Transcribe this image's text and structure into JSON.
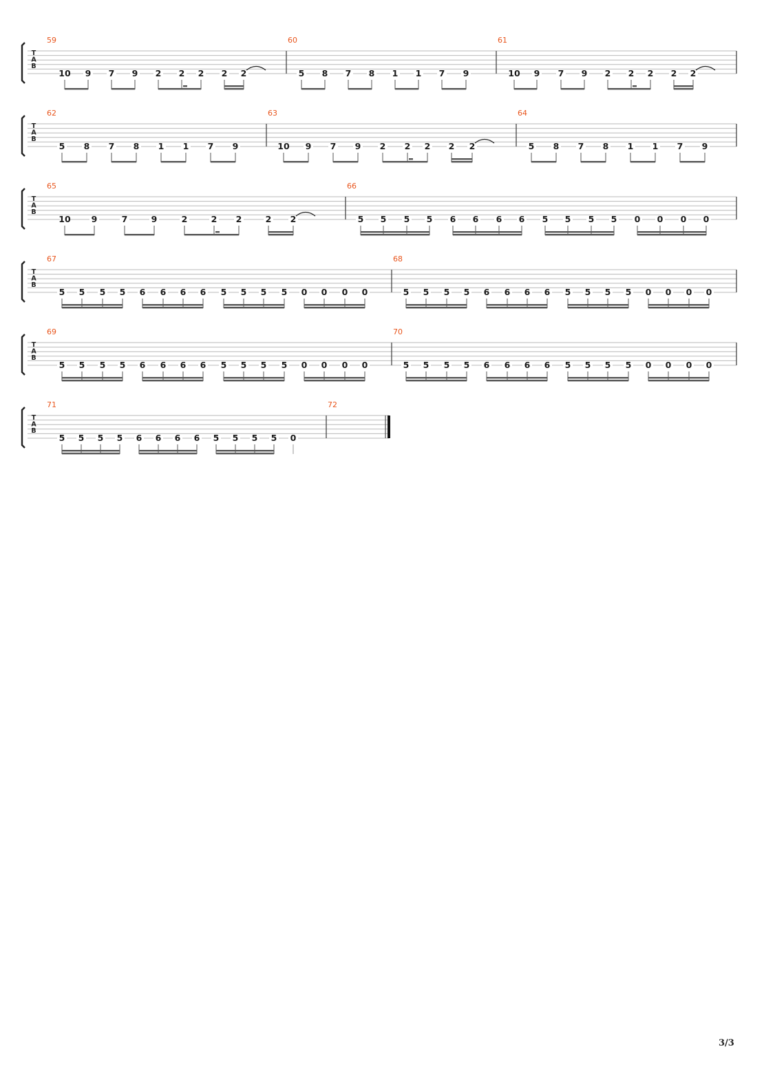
{
  "page": {
    "page_number": "3/3"
  },
  "clef": {
    "letters": [
      "T",
      "A",
      "B"
    ]
  },
  "colors": {
    "measure_number": "#e8541b",
    "staff_line": "#b9b9b9",
    "barline": "#444444",
    "note": "#1a1a1a",
    "beam": "#555555"
  },
  "systems": [
    {
      "measures": [
        {
          "number": "59",
          "notes": [
            "10",
            "9",
            "7",
            "9",
            "2",
            "2",
            "2",
            "2",
            "2"
          ],
          "tie_last": true
        },
        {
          "number": "60",
          "notes": [
            "5",
            "8",
            "7",
            "8",
            "1",
            "1",
            "7",
            "9"
          ]
        },
        {
          "number": "61",
          "notes": [
            "10",
            "9",
            "7",
            "9",
            "2",
            "2",
            "2",
            "2",
            "2"
          ],
          "tie_last": true
        }
      ]
    },
    {
      "measures": [
        {
          "number": "62",
          "notes": [
            "5",
            "8",
            "7",
            "8",
            "1",
            "1",
            "7",
            "9"
          ]
        },
        {
          "number": "63",
          "notes": [
            "10",
            "9",
            "7",
            "9",
            "2",
            "2",
            "2",
            "2",
            "2"
          ],
          "tie_last": true
        },
        {
          "number": "64",
          "notes": [
            "5",
            "8",
            "7",
            "8",
            "1",
            "1",
            "7",
            "9"
          ]
        }
      ]
    },
    {
      "measures": [
        {
          "number": "65",
          "notes": [
            "10",
            "9",
            "7",
            "9",
            "2",
            "2",
            "2",
            "2",
            "2"
          ],
          "tie_last": true
        },
        {
          "number": "66",
          "notes": [
            "5",
            "5",
            "5",
            "5",
            "6",
            "6",
            "6",
            "6",
            "5",
            "5",
            "5",
            "5",
            "0",
            "0",
            "0",
            "0"
          ]
        }
      ]
    },
    {
      "measures": [
        {
          "number": "67",
          "notes": [
            "5",
            "5",
            "5",
            "5",
            "6",
            "6",
            "6",
            "6",
            "5",
            "5",
            "5",
            "5",
            "0",
            "0",
            "0",
            "0"
          ]
        },
        {
          "number": "68",
          "notes": [
            "5",
            "5",
            "5",
            "5",
            "6",
            "6",
            "6",
            "6",
            "5",
            "5",
            "5",
            "5",
            "0",
            "0",
            "0",
            "0"
          ]
        }
      ]
    },
    {
      "measures": [
        {
          "number": "69",
          "notes": [
            "5",
            "5",
            "5",
            "5",
            "6",
            "6",
            "6",
            "6",
            "5",
            "5",
            "5",
            "5",
            "0",
            "0",
            "0",
            "0"
          ]
        },
        {
          "number": "70",
          "notes": [
            "5",
            "5",
            "5",
            "5",
            "6",
            "6",
            "6",
            "6",
            "5",
            "5",
            "5",
            "5",
            "0",
            "0",
            "0",
            "0"
          ]
        }
      ]
    },
    {
      "measures": [
        {
          "number": "71",
          "notes": [
            "5",
            "5",
            "5",
            "5",
            "6",
            "6",
            "6",
            "6",
            "5",
            "5",
            "5",
            "5",
            "0"
          ]
        },
        {
          "number": "72",
          "notes": [],
          "final_barline": true
        }
      ]
    }
  ]
}
